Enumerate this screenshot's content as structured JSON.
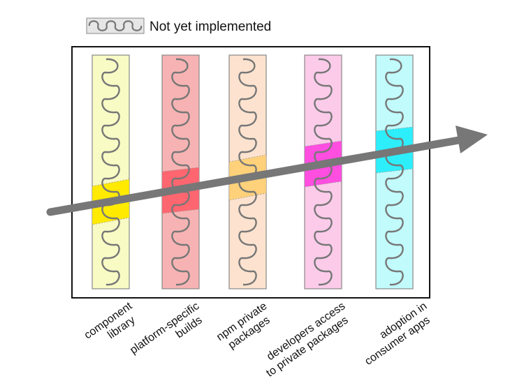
{
  "legend": {
    "label": "Not yet implemented",
    "swatch_fill": "#e6e6e6",
    "coil_color": "#777777"
  },
  "columns": [
    {
      "label_lines": [
        "component",
        "library"
      ],
      "fill": "#f8fbc4",
      "band": "#ffea00"
    },
    {
      "label_lines": [
        "platform-specific",
        "builds"
      ],
      "fill": "#f7b3b3",
      "band": "#ff6670"
    },
    {
      "label_lines": [
        "npm private",
        "packages"
      ],
      "fill": "#fde3cf",
      "band": "#ffd17a"
    },
    {
      "label_lines": [
        "developers access",
        "to private packages"
      ],
      "fill": "#fccbea",
      "band": "#ff4ee0"
    },
    {
      "label_lines": [
        "adoption in",
        "consumer apps"
      ],
      "fill": "#c2fbfc",
      "band": "#2deefb"
    }
  ],
  "colors": {
    "frame": "#111111",
    "arrow": "#777777",
    "coil": "#777777",
    "column_border": "#888888"
  }
}
